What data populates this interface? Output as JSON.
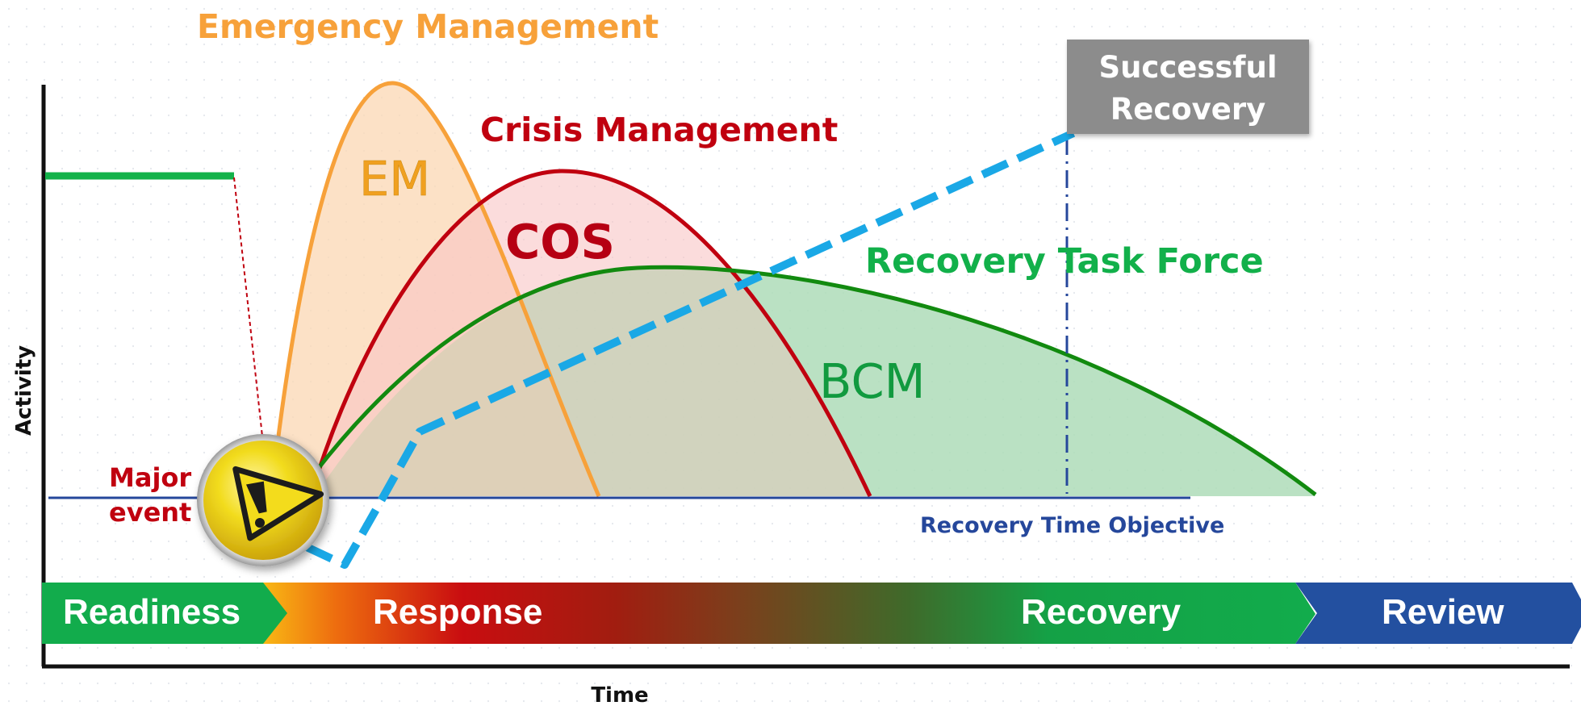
{
  "labels": {
    "emergency_management": "Emergency Management",
    "crisis_management": "Crisis Management",
    "em": "EM",
    "cos": "COS",
    "recovery_task_force": "Recovery Task Force",
    "bcm": "BCM",
    "major_event_line1": "Major",
    "major_event_line2": "event",
    "recovery_time_objective": "Recovery Time Objective",
    "successful_recovery_line1": "Successful",
    "successful_recovery_line2": "Recovery",
    "y_axis": "Activity",
    "x_axis": "Time"
  },
  "phases": [
    {
      "label": "Readiness"
    },
    {
      "label": "Response"
    },
    {
      "label": "Recovery"
    },
    {
      "label": "Review"
    }
  ],
  "colors": {
    "em_stroke": "#f7a13a",
    "em_fill": "#fbd9b6",
    "cm_stroke": "#c0000f",
    "cm_fill": "#f8c4c4",
    "bcm_stroke": "#128a0f",
    "bcm_fill": "#a8e2c1",
    "readiness_line": "#13b24a",
    "dashed_recovery": "#1aa8e6",
    "baseline": "#25479b",
    "readiness_band": "#12ac4c",
    "review_band": "#2350a0",
    "callout_box": "#8c8c8c"
  },
  "icons": {
    "warning": "warning-icon"
  }
}
